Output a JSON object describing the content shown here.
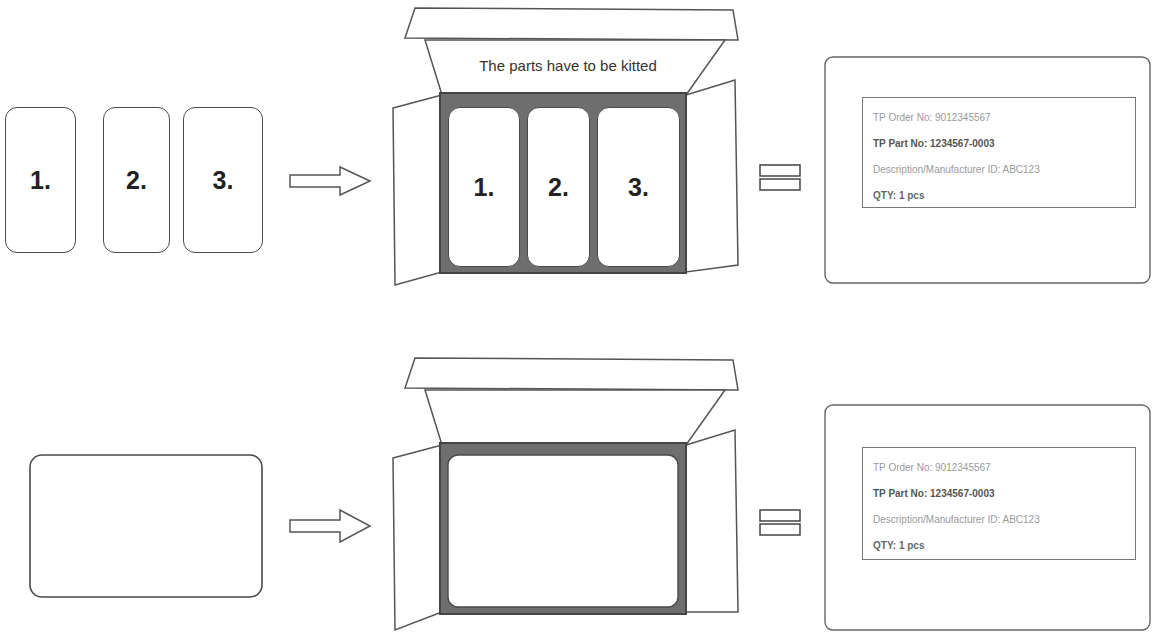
{
  "diagram": {
    "nodes": [
      {
        "text": [
          "1."
        ]
      },
      {
        "text": [
          "2."
        ]
      },
      {
        "text": [
          "3."
        ]
      },
      {
        "text": [
          "The parts have to be kitted"
        ]
      },
      {
        "text": [
          "1."
        ],
        "in": 3
      },
      {
        "text": [
          "2."
        ],
        "in": 3
      },
      {
        "text": [
          "3."
        ],
        "in": 3
      },
      {
        "text": [
          "TP Order No: 9012345567",
          "TP Part No: 1234567-0003",
          "Description/Manufacturer ID: ABC123",
          "QTY: 1 pcs"
        ]
      },
      {
        "text": [
          "TP Order No: 9012345567",
          "TP Part No: 1234567-0003",
          "Description/Manufacturer ID: ABC123",
          "QTY: 1 pcs"
        ]
      }
    ],
    "edges": [
      {
        "from": 2,
        "to": 3,
        "arrow": "to"
      }
    ]
  }
}
